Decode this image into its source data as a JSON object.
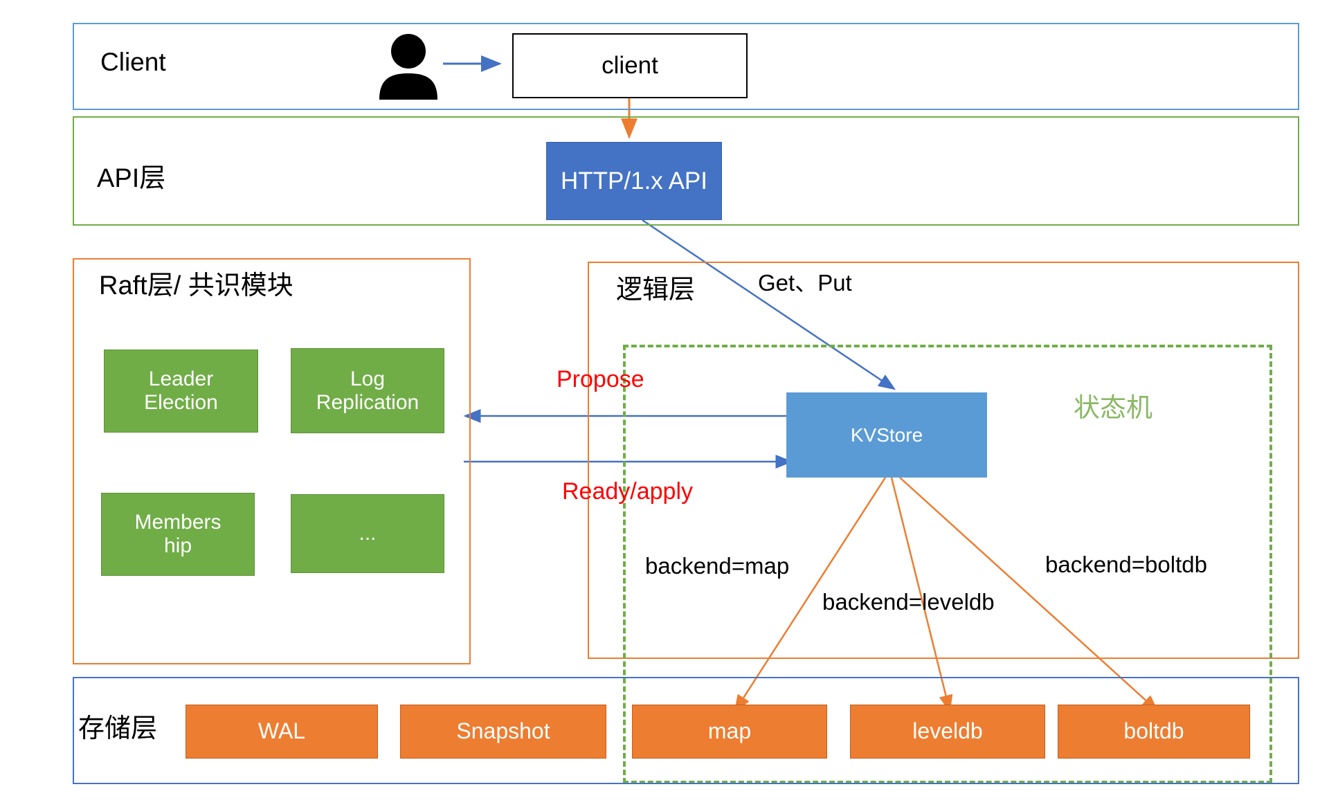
{
  "diagram": {
    "title": "KV store architecture layers",
    "layers": [
      {
        "name": "client",
        "label": "Client",
        "border_color": "#5b9bd5"
      },
      {
        "name": "api",
        "label": "API层",
        "border_color": "#70ad47"
      },
      {
        "name": "raft",
        "label": "Raft层/ 共识模块",
        "border_color": "#ed7d31"
      },
      {
        "name": "logic",
        "label": "逻辑层",
        "border_color": "#ed7d31"
      },
      {
        "name": "storage",
        "label": "存储层",
        "border_color": "#4472c4"
      }
    ],
    "nodes": {
      "client_box": {
        "label": "client",
        "fill": "#ffffff",
        "text_color": "#000000"
      },
      "http_api": {
        "label": "HTTP/1.x API",
        "fill": "#4472c4",
        "text_color": "#ffffff"
      },
      "kvstore": {
        "label": "KVStore",
        "fill": "#5b9bd5",
        "text_color": "#ffffff"
      },
      "raft_modules": [
        {
          "label": "Leader\nElection",
          "fill": "#70ad47"
        },
        {
          "label": "Log\nReplication",
          "fill": "#70ad47"
        },
        {
          "label": "Members\nhip",
          "fill": "#70ad47"
        },
        {
          "label": "...",
          "fill": "#70ad47"
        }
      ],
      "storage_modules": [
        {
          "label": "WAL",
          "fill": "#ed7d31"
        },
        {
          "label": "Snapshot",
          "fill": "#ed7d31"
        },
        {
          "label": "map",
          "fill": "#ed7d31"
        },
        {
          "label": "leveldb",
          "fill": "#ed7d31"
        },
        {
          "label": "boltdb",
          "fill": "#ed7d31"
        }
      ]
    },
    "state_machine": {
      "label": "状态机",
      "color": "#8bb866",
      "style": "dashed"
    },
    "annotations": {
      "get_put": "Get、Put",
      "propose": "Propose",
      "ready_apply": "Ready/apply",
      "backend_map": "backend=map",
      "backend_leveldb": "backend=leveldb",
      "backend_boltdb": "backend=boltdb"
    },
    "icons": {
      "person": "person-icon"
    },
    "arrow_colors": {
      "user_to_client": "#4472c4",
      "client_to_api": "#ed7d31",
      "api_to_kvstore": "#4472c4",
      "raft_exchange": "#4472c4",
      "kvstore_to_backend": "#ed7d31"
    }
  }
}
